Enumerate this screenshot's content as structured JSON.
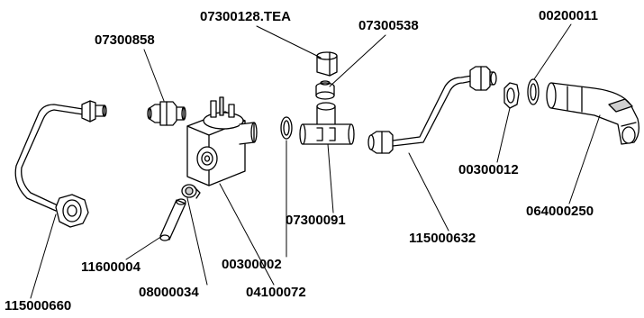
{
  "colors": {
    "line": "#000000",
    "background": "#ffffff",
    "shade": "#cfcfcf"
  },
  "parts": [
    {
      "code": "07300858"
    },
    {
      "code": "07300128.TEA"
    },
    {
      "code": "07300538"
    },
    {
      "code": "00200011"
    },
    {
      "code": "00300012"
    },
    {
      "code": "064000250"
    },
    {
      "code": "07300091"
    },
    {
      "code": "115000632"
    },
    {
      "code": "11600004"
    },
    {
      "code": "00300002"
    },
    {
      "code": "08000034"
    },
    {
      "code": "04100072"
    },
    {
      "code": "115000660"
    }
  ]
}
